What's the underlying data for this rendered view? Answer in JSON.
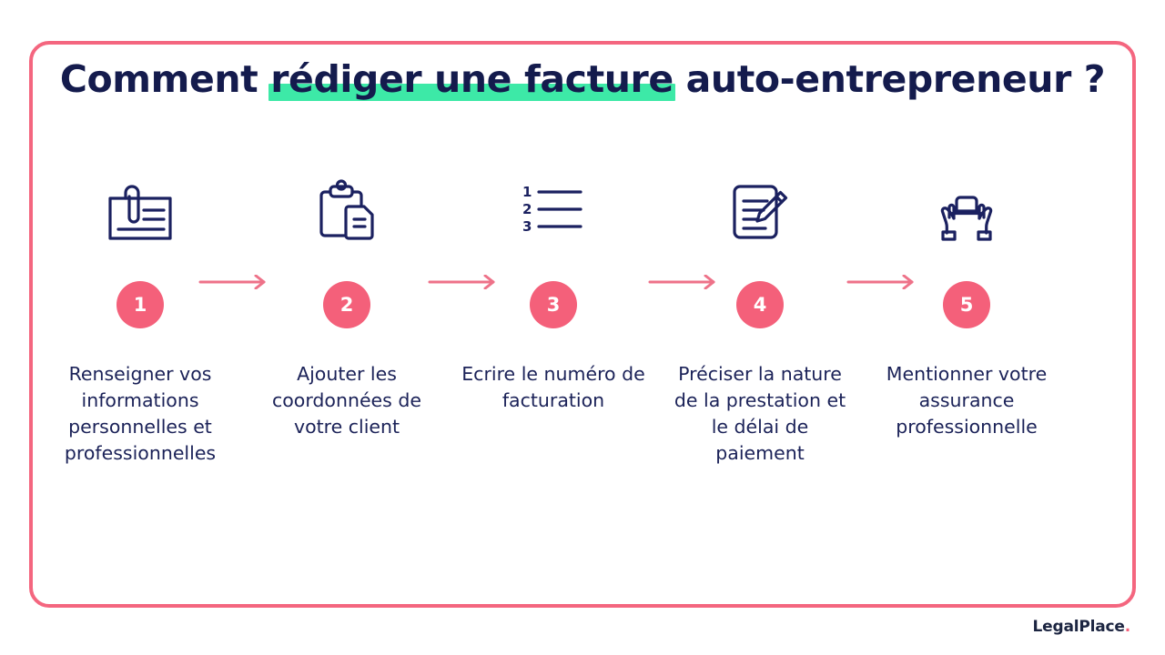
{
  "page": {
    "background_color": "#FFFFFF",
    "frame_border_color": "#F4667F",
    "navy": "#141B4D",
    "pink": "#F4607A",
    "green_highlight": "#3DE9A7"
  },
  "title": {
    "part1": "Comment ",
    "highlight": "rédiger une facture",
    "part2": " auto-entrepreneur ?",
    "full_text": "Comment rédiger une facture auto-entrepreneur ?"
  },
  "steps": [
    {
      "number": "1",
      "icon": "document-paperclip-icon",
      "caption": "Renseigner vos informations personnelles et professionnelles"
    },
    {
      "number": "2",
      "icon": "clipboard-document-icon",
      "caption": "Ajouter les coordonnées de votre client"
    },
    {
      "number": "3",
      "icon": "numbered-list-icon",
      "caption": "Ecrire le numéro de facturation"
    },
    {
      "number": "4",
      "icon": "document-pencil-icon",
      "caption": "Préciser la nature de la prestation et le délai de paiement"
    },
    {
      "number": "5",
      "icon": "hands-protecting-icon",
      "caption": "Mentionner votre assurance professionnelle"
    }
  ],
  "arrows": [
    {
      "name": "arrow-1-to-2"
    },
    {
      "name": "arrow-2-to-3"
    },
    {
      "name": "arrow-3-to-4"
    },
    {
      "name": "arrow-4-to-5"
    }
  ],
  "logo": {
    "name": "LegalPlace",
    "dot": "."
  }
}
